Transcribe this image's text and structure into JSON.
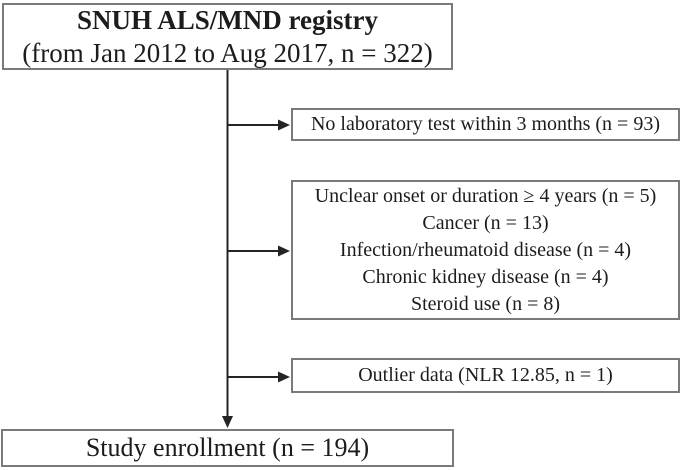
{
  "diagram": {
    "top_box": {
      "title": "SNUH ALS/MND registry",
      "subtitle": "(from Jan 2012 to Aug 2017, n = 322)"
    },
    "exclusion_boxes": [
      {
        "lines": [
          "No laboratory test within 3 months (n = 93)"
        ]
      },
      {
        "lines": [
          "Unclear onset or duration ≥ 4 years (n = 5)",
          "Cancer (n = 13)",
          "Infection/rheumatoid disease (n = 4)",
          "Chronic kidney disease (n = 4)",
          "Steroid use (n = 8)"
        ]
      },
      {
        "lines": [
          "Outlier data (NLR 12.85, n = 1)"
        ]
      }
    ],
    "bottom_box": {
      "label": "Study enrollment (n = 194)"
    },
    "colors": {
      "box_border": "#7a7a7a",
      "text": "#1c1c1c",
      "connector": "#242424",
      "background": "#ffffff"
    }
  }
}
